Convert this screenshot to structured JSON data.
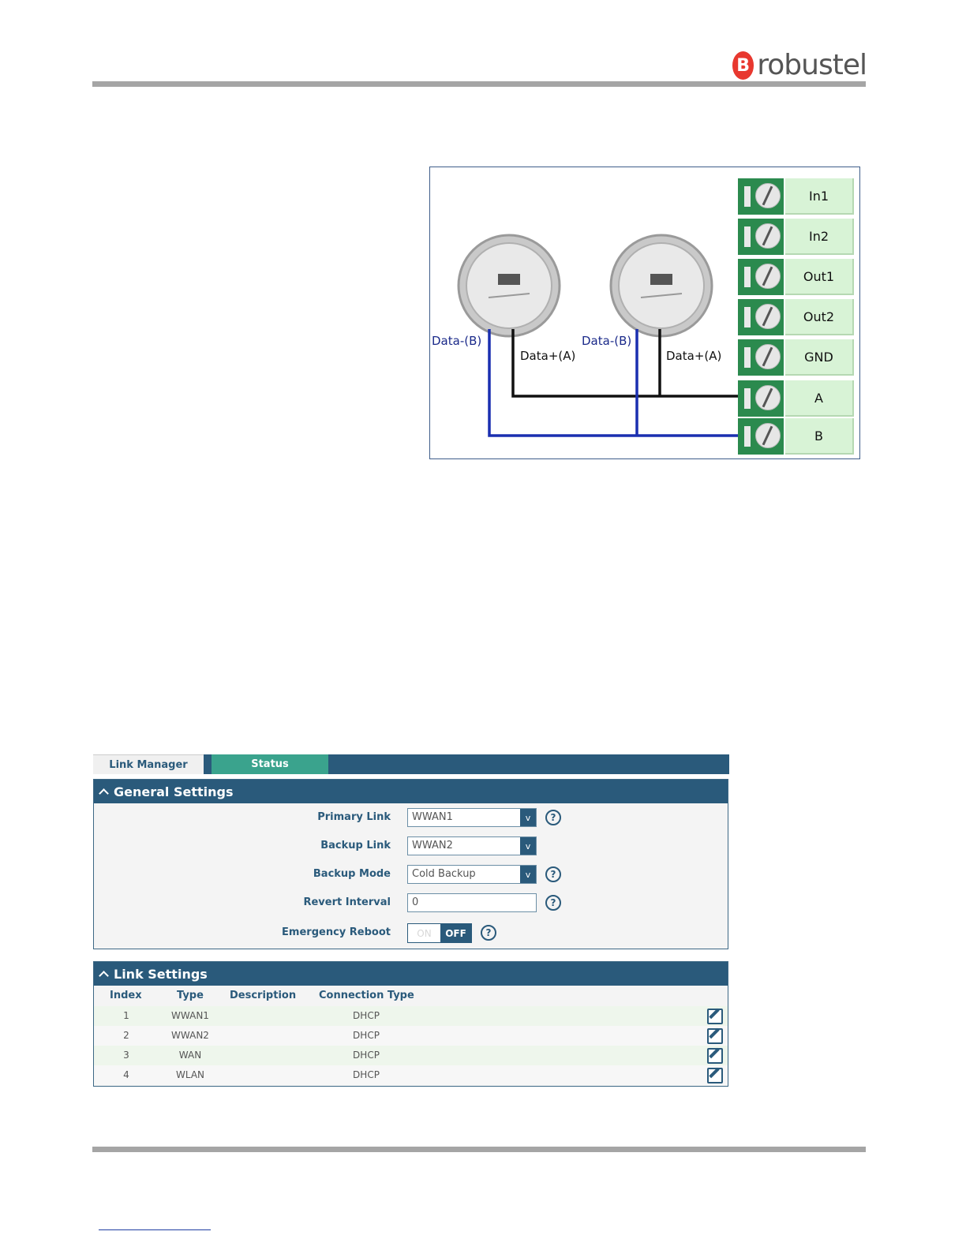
{
  "header": {
    "logo_mark": "B",
    "logo_text": "robustel"
  },
  "figure": {
    "terminals": [
      "In1",
      "In2",
      "Out1",
      "Out2",
      "GND",
      "A",
      "B"
    ],
    "meter1": {
      "data_minus": "Data-(B)",
      "data_plus": "Data+(A)"
    },
    "meter2": {
      "data_minus": "Data-(B)",
      "data_plus": "Data+(A)"
    },
    "colors": {
      "wire_b": "#1a2fb0",
      "wire_a": "#111111",
      "terminal_green": "#2b8a4e"
    }
  },
  "ui": {
    "tabs": {
      "link_manager": "Link Manager",
      "status": "Status"
    },
    "general": {
      "title": "General Settings",
      "primary_link": {
        "label": "Primary Link",
        "value": "WWAN1"
      },
      "backup_link": {
        "label": "Backup Link",
        "value": "WWAN2"
      },
      "backup_mode": {
        "label": "Backup Mode",
        "value": "Cold Backup"
      },
      "revert_interval": {
        "label": "Revert Interval",
        "value": "0"
      },
      "emergency_reboot": {
        "label": "Emergency Reboot",
        "on": "ON",
        "off": "OFF"
      },
      "help_symbol": "?",
      "dropdown_arrow": "v"
    },
    "link_settings": {
      "title": "Link Settings",
      "columns": {
        "index": "Index",
        "type": "Type",
        "description": "Description",
        "connection_type": "Connection Type"
      },
      "rows": [
        {
          "index": "1",
          "type": "WWAN1",
          "description": "",
          "connection_type": "DHCP"
        },
        {
          "index": "2",
          "type": "WWAN2",
          "description": "",
          "connection_type": "DHCP"
        },
        {
          "index": "3",
          "type": "WAN",
          "description": "",
          "connection_type": "DHCP"
        },
        {
          "index": "4",
          "type": "WLAN",
          "description": "",
          "connection_type": "DHCP"
        }
      ]
    },
    "colors": {
      "header_blue": "#2a5a7b",
      "tab_green": "#3aa38d"
    }
  }
}
